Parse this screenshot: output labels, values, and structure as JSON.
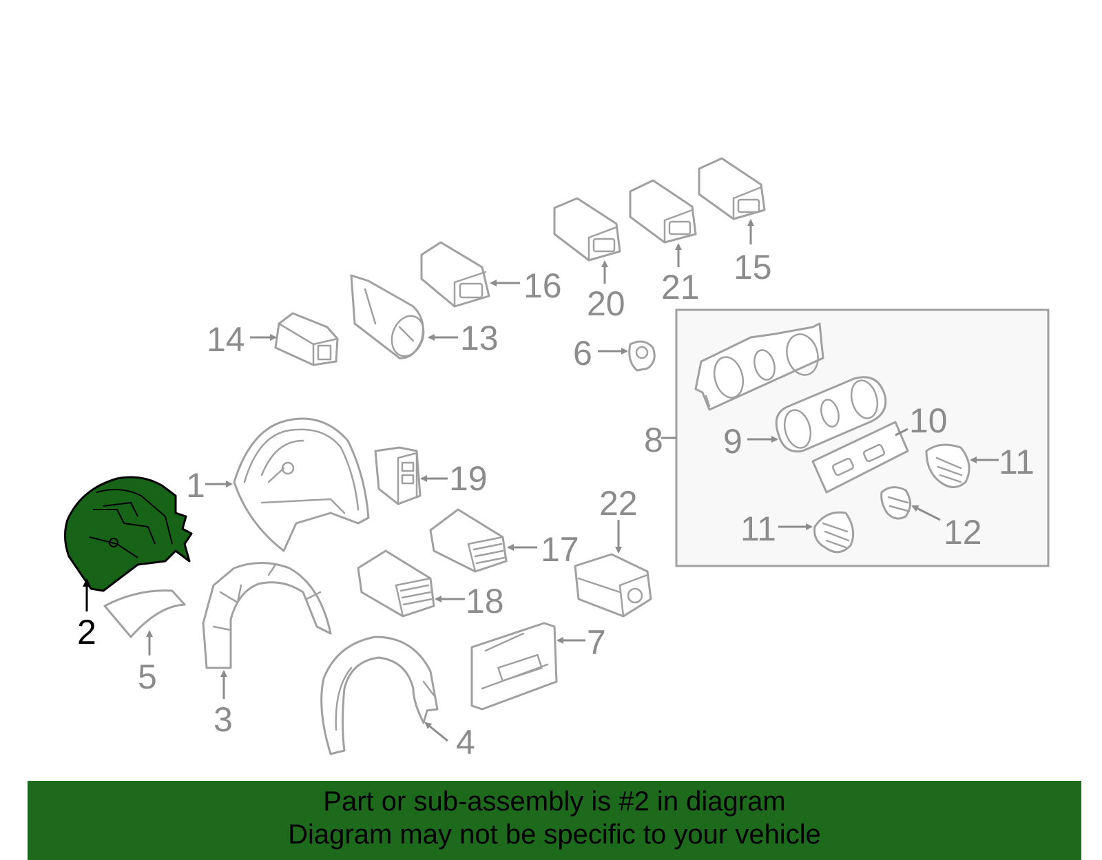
{
  "colors": {
    "highlight": "#176317",
    "banner": "#1d6a1d",
    "line": "#a0a0a0",
    "label": "#8c8c8c"
  },
  "labels": {
    "l1": "1",
    "l2": "2",
    "l3": "3",
    "l4": "4",
    "l5": "5",
    "l6": "6",
    "l7": "7",
    "l8": "8",
    "l9": "9",
    "l10": "10",
    "l11a": "11",
    "l11b": "11",
    "l12": "12",
    "l13": "13",
    "l14": "14",
    "l15": "15",
    "l16": "16",
    "l17": "17",
    "l18": "18",
    "l19": "19",
    "l20": "20",
    "l21": "21",
    "l22": "22"
  },
  "banner": {
    "line1": "Part or sub-assembly is #2 in diagram",
    "line2": "Diagram may not be specific to your vehicle"
  }
}
